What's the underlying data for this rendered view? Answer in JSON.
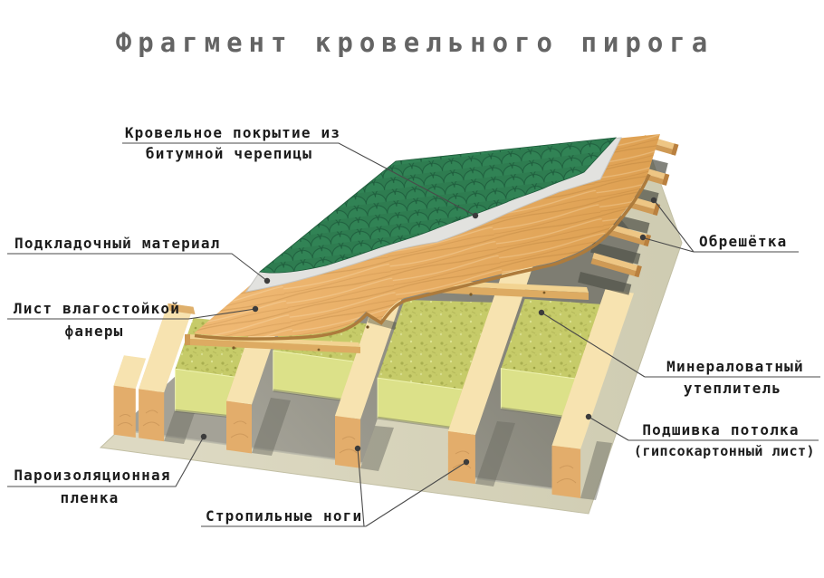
{
  "title": "Фрагмент кровельного пирога",
  "labels": {
    "roof_covering": {
      "line1": "Кровельное покрытие из",
      "line2": "битумной черепицы"
    },
    "underlayment": {
      "line1": "Подкладочный материал"
    },
    "plywood": {
      "line1": "Лист влагостойкой",
      "line2": "фанеры"
    },
    "vapor_film": {
      "line1": "Пароизоляционная",
      "line2": "пленка"
    },
    "rafters": {
      "line1": "Стропильные ноги"
    },
    "battens": {
      "line1": "Обрешётка"
    },
    "insulation": {
      "line1": "Минераловатный",
      "line2": "утеплитель"
    },
    "ceiling": {
      "line1": "Подшивка потолка",
      "line2": "(гипсокартонный лист)"
    }
  },
  "colors": {
    "shingles_green": "#2e7c50",
    "underlayment_gray": "#e2e2df",
    "plywood_wood": "#e6ab5d",
    "insulation_yellow": "#c6cb69",
    "rafter_wood": "#f0d099",
    "vapor_film_gray": "#8d8c81",
    "gypsum_beige": "#d9d6bd",
    "leader_line": "#4a4a4a",
    "title_text": "#646464",
    "label_text": "#1c1c1c"
  }
}
